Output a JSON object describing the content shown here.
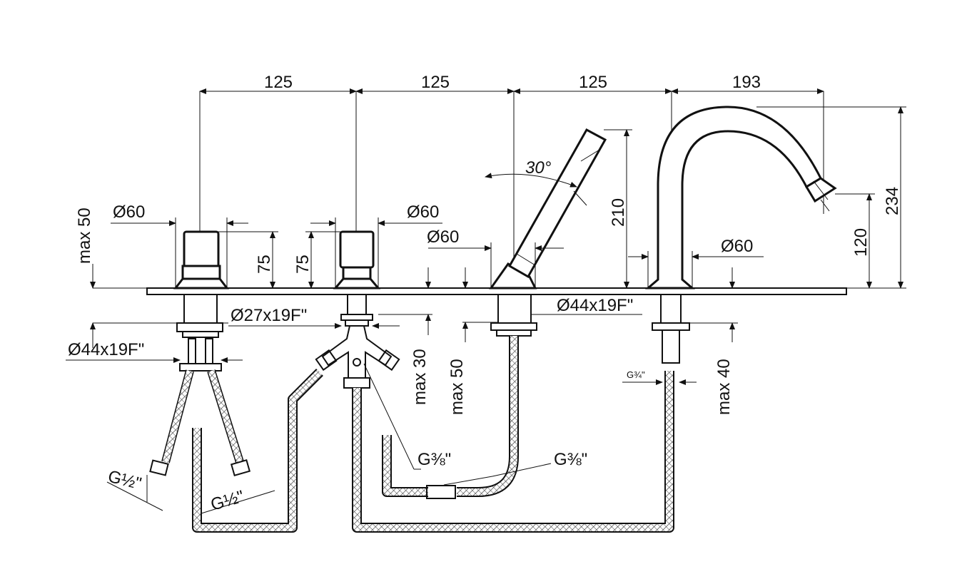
{
  "dimensions": {
    "spacing_1": "125",
    "spacing_2": "125",
    "spacing_3": "125",
    "spout_reach": "193",
    "spout_height_total": "234",
    "spout_outlet_height": "120",
    "handshower_height": "210",
    "handshower_angle": "30°",
    "valve_height_left": "75",
    "valve_height_center": "75",
    "dia_left_valve": "Ø60",
    "dia_center_valve": "Ø60",
    "dia_handshower": "Ø60",
    "dia_spout": "Ø60",
    "max_deck_left": "max 50",
    "max_deck_center_30": "max 30",
    "max_deck_center_50": "max 50",
    "max_deck_right": "max 40",
    "shank_left": "Ø44x19F\"",
    "shank_center": "Ø27x19F\"",
    "shank_handshower": "Ø44x19F\"",
    "thread_left_a": "G½\"",
    "thread_left_b": "G½\"",
    "thread_center": "G⅜\"",
    "thread_handshower": "G⅜\"",
    "thread_spout": "G¾\""
  },
  "colors": {
    "line": "#111111",
    "background": "#ffffff"
  }
}
